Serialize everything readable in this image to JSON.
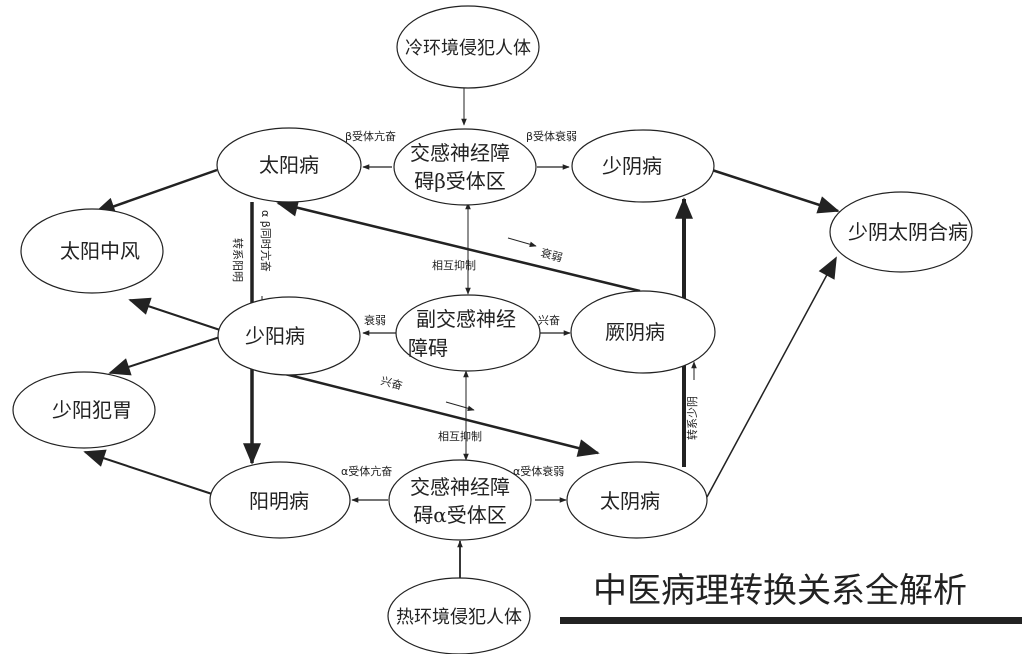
{
  "title": "中医病理转换关系全解析",
  "nodes": {
    "cold_env": "冷环境侵犯人体",
    "taiyang": "太阳病",
    "beta_center_1": "交感神经障",
    "beta_center_2": "碍β受体区",
    "shaoyin": "少阴病",
    "taiyang_zhongfeng": "太阳中风",
    "shaoyin_taiyin": "少阴太阴合病",
    "shaoyang": "少阳病",
    "para_center_1": "副交感神经",
    "para_center_2": "障碍",
    "jueyin": "厥阴病",
    "shaoyang_fanwei": "少阳犯胃",
    "yangming": "阳明病",
    "alpha_center_1": "交感神经障",
    "alpha_center_2": "碍α受体区",
    "taiyin": "太阴病",
    "hot_env": "热环境侵犯人体"
  },
  "labels": {
    "beta_hyper": "β受体亢奋",
    "beta_weak": "β受体衰弱",
    "mutual_inhibit_top": "相互抑制",
    "decline": "衰弱",
    "weak_left": "衰弱",
    "excite_right": "兴奋",
    "excite_diag": "兴奋",
    "mutual_inhibit_bottom": "相互抑制",
    "alpha_hyper": "α受体亢奋",
    "alpha_weak": "α受体衰弱",
    "alpha_beta_hyper": "α β同时亢奋",
    "to_yangming": "转系阳明",
    "to_shaoyin": "转系少阴"
  }
}
